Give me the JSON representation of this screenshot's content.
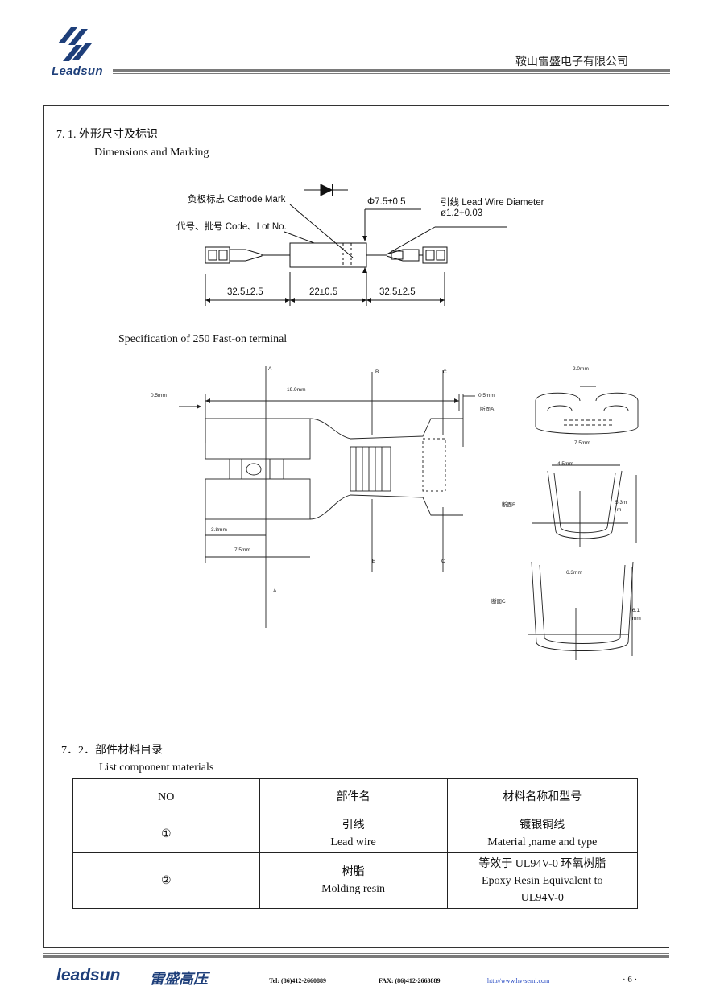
{
  "header": {
    "logo_text": "Leadsun",
    "company_name": "鞍山雷盛电子有限公司"
  },
  "section1": {
    "title_cn": "7. 1.   外形尺寸及标识",
    "title_en": "Dimensions and Marking",
    "drawing_labels": {
      "cathode_mark": "负极标志 Cathode Mark",
      "code_lot": "代号、批号 Code、Lot No.",
      "diameter": "Φ7.5±0.5",
      "lead_wire_title": "引线 Lead Wire Diameter",
      "lead_wire_value": "ø1.2+0.03",
      "dim_left": "32.5±2.5",
      "dim_mid": "22±0.5",
      "dim_right": "32.5±2.5"
    },
    "fastener_title": "Specification of 250 Fast-on terminal",
    "fastener_labels": {
      "sec_a": "A",
      "sec_b": "B",
      "sec_c": "C",
      "gap_left": "0.5mm",
      "len_total": "19.9mm",
      "gap_right": "0.5mm",
      "dim_3_8": "3.8mm",
      "dim_7_5": "7.5mm",
      "section_a": "断面A",
      "section_b": "断面B",
      "section_c": "断面C",
      "dim_2_0": "2.0mm",
      "dim_7_5b": "7.5mm",
      "dim_4_5": "4.5mm",
      "dim_5_3a": "5.3m",
      "dim_5_3b": "m",
      "dim_6_3": "6.3mm",
      "dim_6_1a": "6.1",
      "dim_6_1b": "mm"
    }
  },
  "section2": {
    "title_cn": "7．2．部件材料目录",
    "title_en": "List component materials",
    "table": {
      "headers": [
        "NO",
        "部件名",
        "材料名称和型号"
      ],
      "rows": [
        {
          "no": "①",
          "part_cn": "引线",
          "part_en": "Lead wire",
          "mat_1": "镀银铜线",
          "mat_2": "Material ,name and type",
          "mat_3": ""
        },
        {
          "no": "②",
          "part_cn": "树脂",
          "part_en": "Molding resin",
          "mat_1": "等效于 UL94V-0 环氧树脂",
          "mat_2": "Epoxy Resin Equivalent to",
          "mat_3": "UL94V-0"
        }
      ]
    }
  },
  "footer": {
    "brand": "leadsun",
    "brand_cn": "雷盛高压",
    "tel": "Tel:  (86)412-2660889",
    "fax": "FAX:  (86)412-2663889",
    "url": "http//www.hv-semi.com",
    "page": "· 6 ·"
  },
  "colors": {
    "brand_blue": "#1e3f7a",
    "link_blue": "#1a3fbf",
    "rule_gray": "#7a7a7a"
  }
}
